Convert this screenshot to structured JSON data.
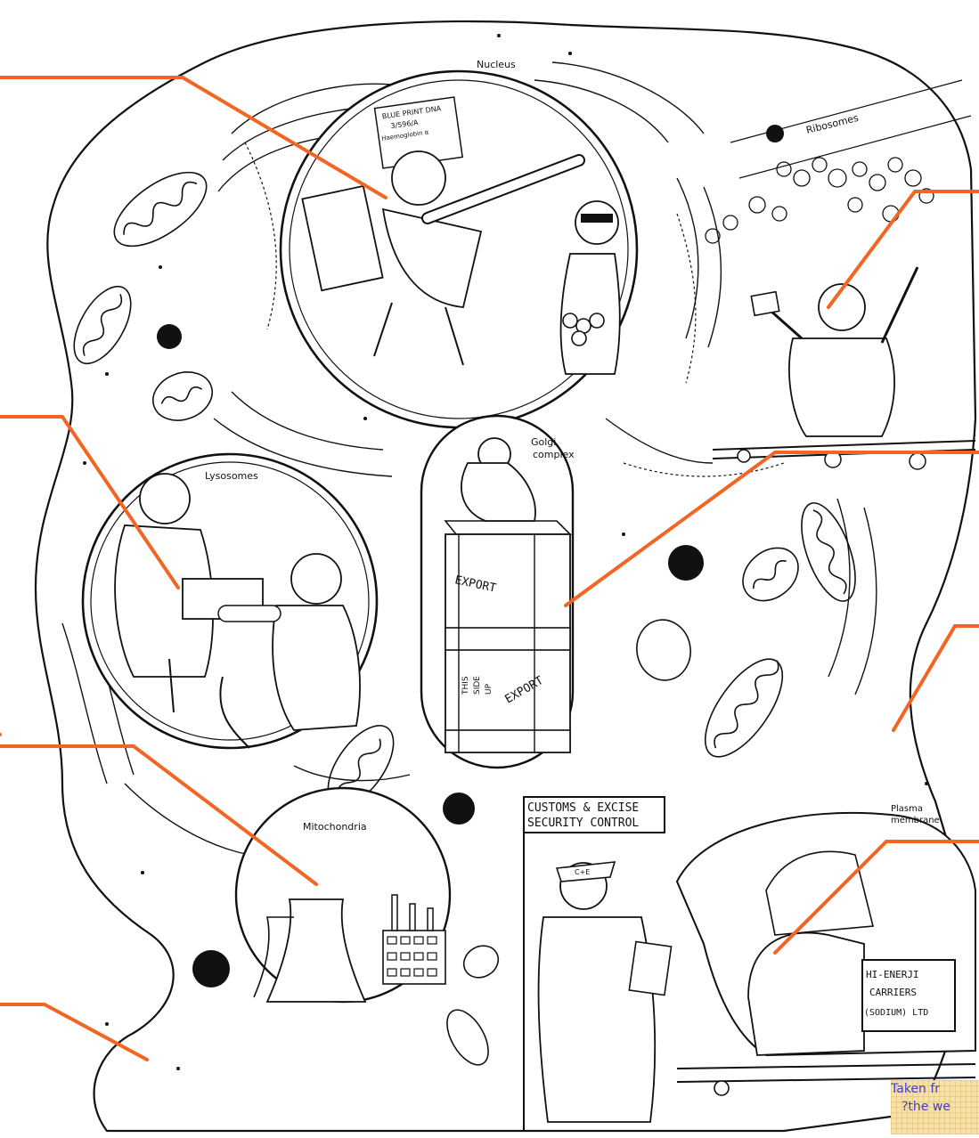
{
  "labels": {
    "nucleus": "Nucleus",
    "ribosomes": "Ribosomes",
    "lysosomes": "Lysosomes",
    "golgi_line1": "Golgi",
    "golgi_line2": "complex",
    "mitochondria": "Mitochondria",
    "plasma_line1": "Plasma",
    "plasma_line2": "membrane"
  },
  "blueprint": {
    "line1": "BLUE PRINT DNA",
    "line2": "3/596/A",
    "line3": "Haemoglobin α"
  },
  "crate": {
    "export1": "EXPORT",
    "export2": "EXPORT",
    "side1": "THIS",
    "side2": "SIDE",
    "side3": "UP"
  },
  "customs": {
    "line1": "CUSTOMS & EXCISE",
    "line2": "SECURITY CONTROL",
    "cap": "C+E"
  },
  "truck": {
    "line1": "HI-ENERJI",
    "line2": "CARRIERS",
    "line3": "(SODIUM) LTD"
  },
  "credit": {
    "line1": "Taken fr",
    "line2": "?the we"
  },
  "colors": {
    "pointer_lines": "#f26522",
    "ink": "#111111",
    "credit_bg": "#f6e2a6",
    "credit_text": "#4040c0"
  }
}
